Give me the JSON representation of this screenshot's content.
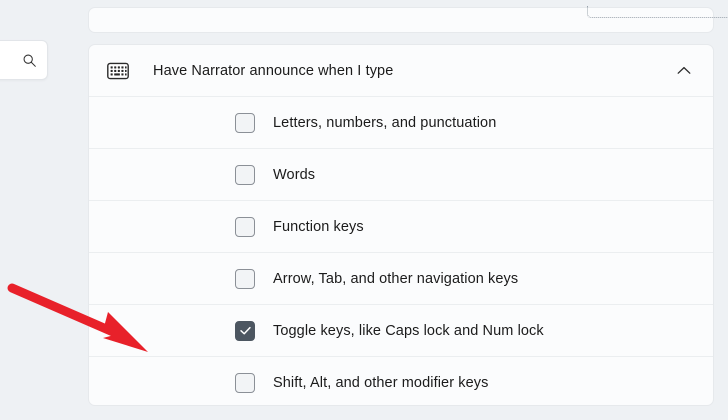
{
  "page": {
    "background_color": "#eef1f4",
    "card_background_color": "#fbfcfd",
    "border_color": "#e6e9ec",
    "text_color": "#1b1b1b",
    "checkbox_checked_color": "#4c5661",
    "annotation_arrow_color": "#e8212a"
  },
  "sidebar": {
    "search": {
      "icon": "search-icon",
      "value": "",
      "placeholder": ""
    }
  },
  "top_card": {
    "focus_outline_style": "dotted"
  },
  "expander": {
    "icon": "keyboard-icon",
    "title": "Have Narrator announce when I type",
    "expand_icon": "chevron-up-icon",
    "expanded": true,
    "options": [
      {
        "label": "Letters, numbers, and punctuation",
        "checked": false
      },
      {
        "label": "Words",
        "checked": false
      },
      {
        "label": "Function keys",
        "checked": false
      },
      {
        "label": "Arrow, Tab, and other navigation keys",
        "checked": false
      },
      {
        "label": "Toggle keys, like Caps lock and Num lock",
        "checked": true
      },
      {
        "label": "Shift, Alt, and other modifier keys",
        "checked": false
      }
    ]
  },
  "annotation": {
    "type": "arrow",
    "points_to": "Toggle keys, like Caps lock and Num lock",
    "color": "#e8212a"
  }
}
